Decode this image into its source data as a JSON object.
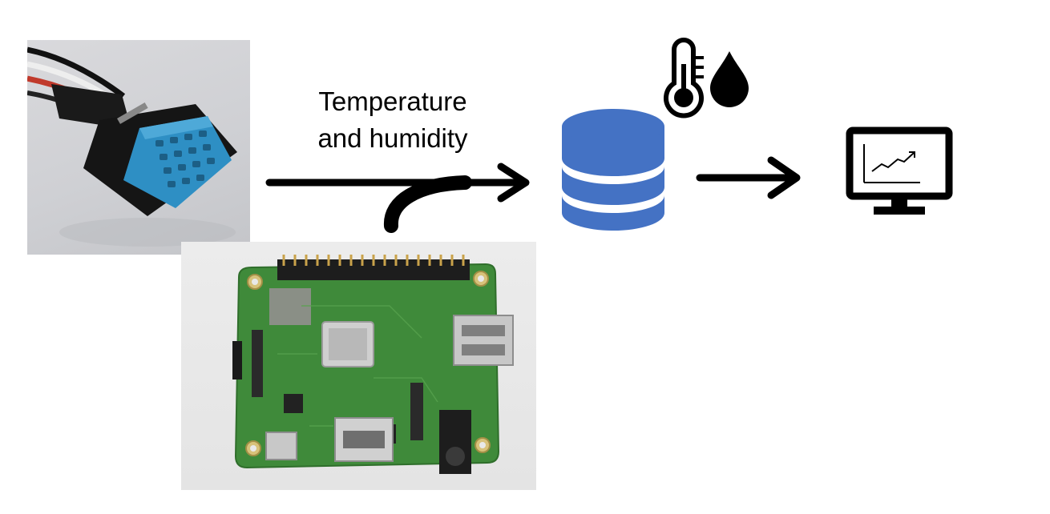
{
  "diagram": {
    "label": "Temperature\nand humidity",
    "nodes": [
      {
        "id": "sensor",
        "kind": "photo",
        "depicts": "temperature and humidity sensor module"
      },
      {
        "id": "raspberry-pi",
        "kind": "photo",
        "depicts": "Raspberry Pi board"
      },
      {
        "id": "database",
        "kind": "icon",
        "icon": "database-icon"
      },
      {
        "id": "thermometer",
        "kind": "icon",
        "icon": "thermometer-icon"
      },
      {
        "id": "water-drop",
        "kind": "icon",
        "icon": "water-drop-icon"
      },
      {
        "id": "monitor",
        "kind": "icon",
        "icon": "monitor-chart-icon"
      }
    ],
    "edges": [
      {
        "from": "sensor",
        "to": "database"
      },
      {
        "from": "raspberry-pi",
        "to": "database"
      },
      {
        "from": "database",
        "to": "monitor"
      }
    ]
  },
  "colors": {
    "database": "#4472c4",
    "stroke": "#000000",
    "background": "#ffffff"
  }
}
